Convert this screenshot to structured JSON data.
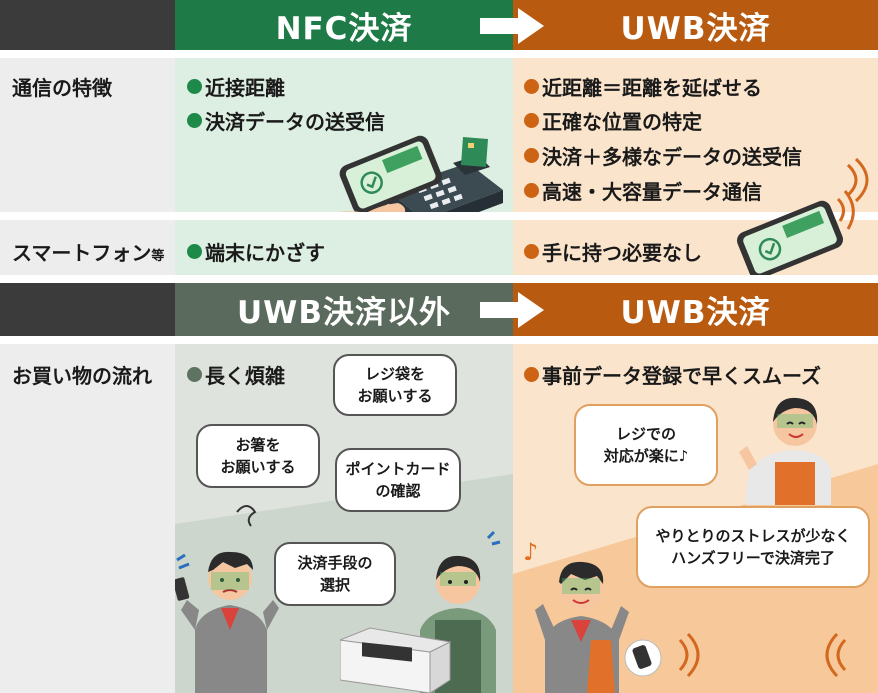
{
  "header_top": {
    "left": "NFC決済",
    "right": "UWB決済"
  },
  "header_mid": {
    "left": "UWB決済以外",
    "right": "UWB決済"
  },
  "row_comm": {
    "label": "通信の特徴",
    "nfc_items": [
      "近接距離",
      "決済データの送受信"
    ],
    "uwb_items": [
      "近距離＝距離を延ばせる",
      "正確な位置の特定",
      "決済＋多様なデータの送受信",
      "高速・大容量データ通信"
    ]
  },
  "row_phone": {
    "label_main": "スマートフォン",
    "label_small": "等",
    "nfc_item": "端末にかざす",
    "uwb_item": "手に持つ必要なし"
  },
  "row_shop": {
    "label": "お買い物の流れ",
    "other_item": "長く煩雑",
    "uwb_item": "事前データ登録で早くスムーズ"
  },
  "bubbles_other": {
    "bag": [
      "レジ袋を",
      "お願いする"
    ],
    "chopsticks": [
      "お箸を",
      "お願いする"
    ],
    "pointcard": [
      "ポイントカード",
      "の確認"
    ],
    "payment": [
      "決済手段の",
      "選択"
    ]
  },
  "bubbles_uwb": {
    "clerk": [
      "レジでの",
      "対応が楽に♪"
    ],
    "customer": [
      "やりとりのストレスが少なく",
      "ハンズフリーで決済完了"
    ]
  },
  "colors": {
    "green": "#1e7b47",
    "brown": "#b85a10",
    "dark": "#3b3b3b",
    "gray": "#5a6a5c"
  }
}
